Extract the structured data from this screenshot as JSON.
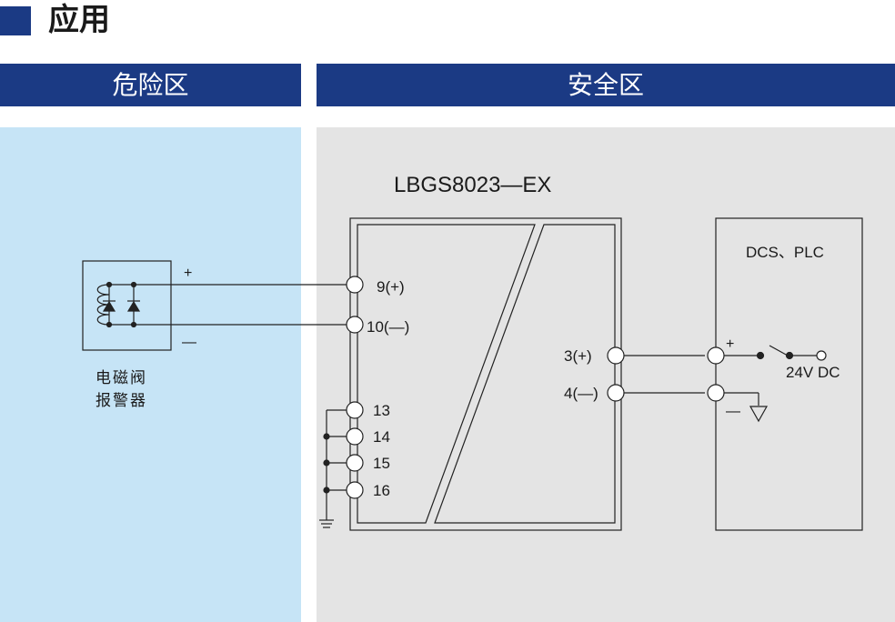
{
  "header": {
    "title": "应用"
  },
  "zones": {
    "danger": {
      "label": "危险区"
    },
    "safe": {
      "label": "安全区"
    }
  },
  "device": {
    "model": "LBGS8023—EX"
  },
  "field": {
    "device_line1": "电磁阀",
    "device_line2": "报警器",
    "plus": "+",
    "minus": "—"
  },
  "terminals": {
    "t9": "9(+)",
    "t10": "10(—)",
    "t13": "13",
    "t14": "14",
    "t15": "15",
    "t16": "16",
    "t3": "3(+)",
    "t4": "4(—)"
  },
  "controller": {
    "label": "DCS、PLC",
    "plus": "+",
    "minus": "—",
    "supply": "24V  DC"
  },
  "colors": {
    "header_blue": "#1b3a84",
    "danger_zone": "#c6e4f6",
    "safe_zone": "#e4e4e4"
  }
}
